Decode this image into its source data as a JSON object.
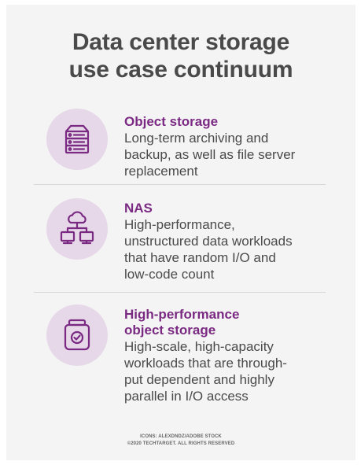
{
  "title_lines": [
    "Data center storage",
    "use case continuum"
  ],
  "items": [
    {
      "icon": "server-rack-icon",
      "label_lines": [
        "Object storage"
      ],
      "desc_lines": [
        "Long-term archiving and",
        "backup, as well as file server",
        "replacement"
      ]
    },
    {
      "icon": "cloud-network-icon",
      "label_lines": [
        "NAS"
      ],
      "desc_lines": [
        "High-performance,",
        "unstructured data workloads",
        "that have random I/O and",
        "low-code count"
      ]
    },
    {
      "icon": "storage-jar-check-icon",
      "label_lines": [
        "High-performance",
        "object storage"
      ],
      "desc_lines": [
        "High-scale, high-capacity",
        "workloads that are through-",
        "put dependent and highly",
        "parallel in I/O access"
      ]
    }
  ],
  "credits": [
    "ICONS: ALEXDNDZ/ADOBE STOCK",
    "©2020 TECHTARGET. ALL RIGHTS RESERVED"
  ],
  "colors": {
    "accent": "#7a2a82",
    "circle": "#e6d8e8",
    "text": "#4a4a4a",
    "background": "#f4f4f4"
  }
}
